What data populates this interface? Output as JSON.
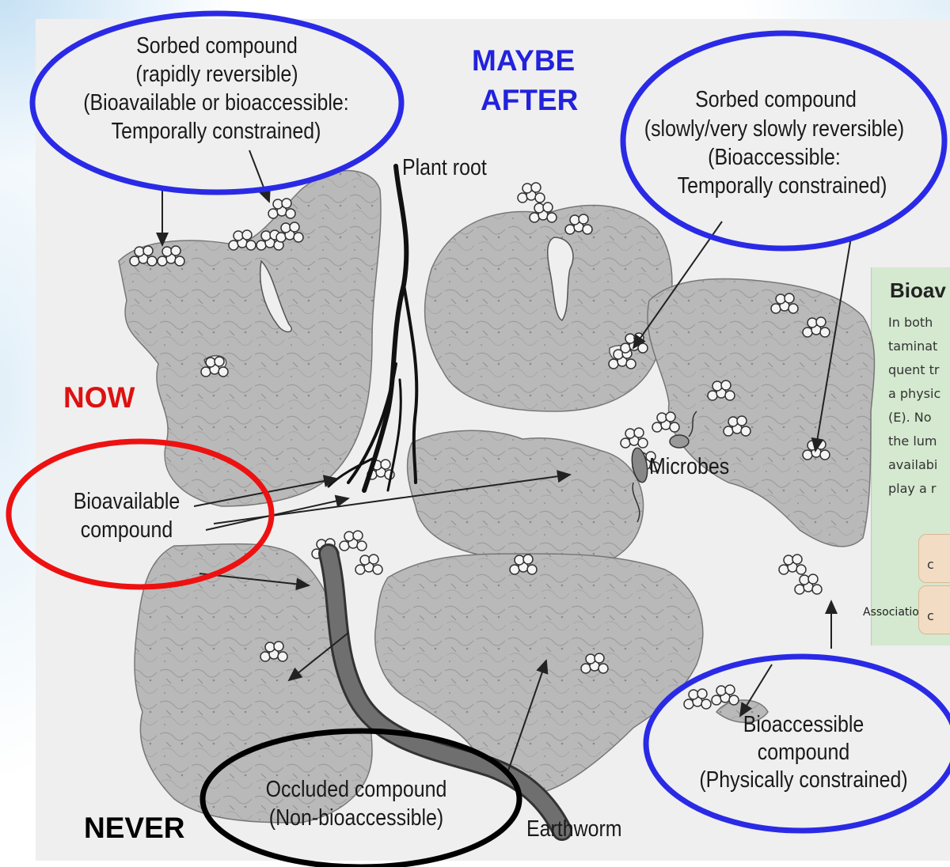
{
  "labels": {
    "sorbed_rapid_line1": "Sorbed compound",
    "sorbed_rapid_line2": "(rapidly reversible)",
    "sorbed_rapid_line3": "(Bioavailable or bioaccessible:",
    "sorbed_rapid_line4": "Temporally constrained)",
    "sorbed_slow_line1": "Sorbed compound",
    "sorbed_slow_line2": "(slowly/very slowly reversible)",
    "sorbed_slow_line3": "(Bioaccessible:",
    "sorbed_slow_line4": "Temporally constrained)",
    "plant_root": "Plant root",
    "microbes": "Microbes",
    "bioavailable_line1": "Bioavailable",
    "bioavailable_line2": "compound",
    "bioaccessible_line1": "Bioaccessible",
    "bioaccessible_line2": "compound",
    "bioaccessible_line3": "(Physically constrained)",
    "occluded_line1": "Occluded compound",
    "occluded_line2": "(Non-bioaccessible)",
    "earthworm": "Earthworm"
  },
  "tags": {
    "maybe_after_line1": "MAYBE",
    "maybe_after_line2": "AFTER",
    "now": "NOW",
    "never": "NEVER"
  },
  "inset_box": {
    "title": "Bioav",
    "lines": [
      "In both",
      "taminat",
      "quent tr",
      "a physic",
      "(E).  No",
      "the lum",
      "availabi",
      "play a r"
    ],
    "chip1": "c",
    "association": "Associatio",
    "chip2": "c"
  },
  "colors": {
    "blue_circle": "#2a2ae6",
    "red_circle": "#ee1111",
    "black_circle": "#000000",
    "maybe_after_text": "#2222dd",
    "now_text": "#dd1111",
    "never_text": "#000000",
    "soil_aggregate": "#b9b9b9",
    "inset_background": "#d4e9cf"
  }
}
